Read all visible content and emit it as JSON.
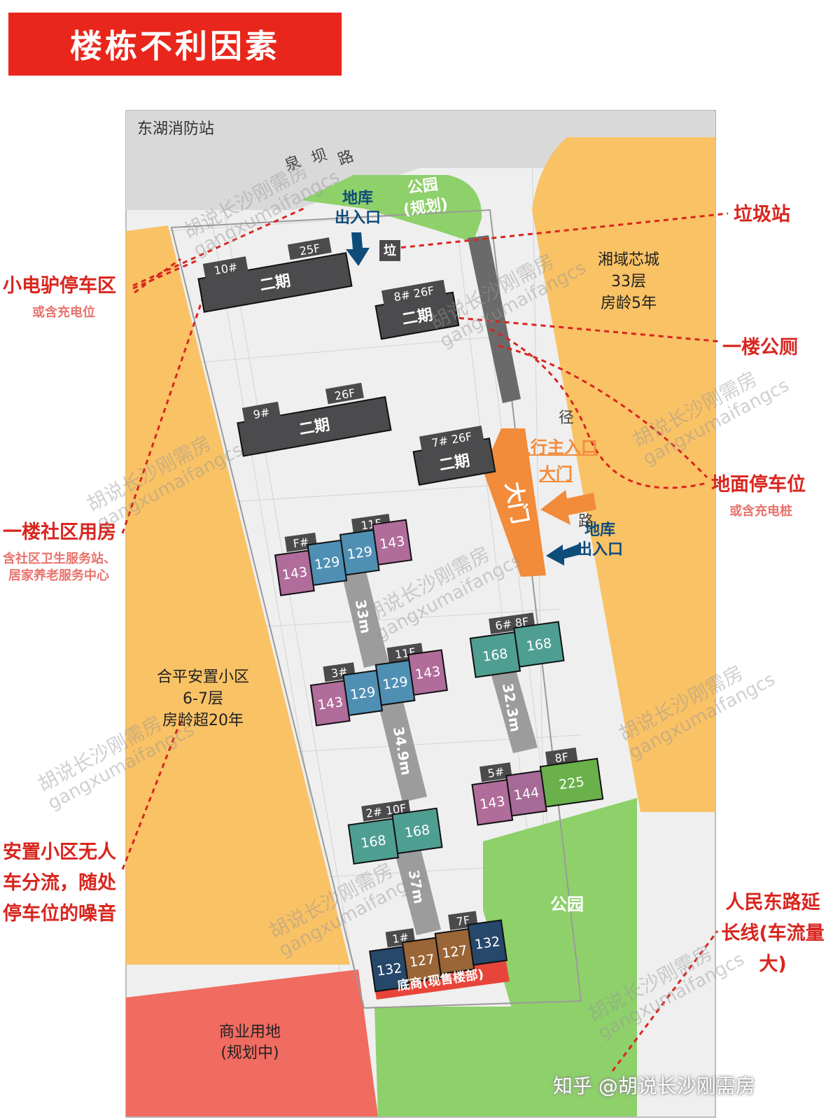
{
  "title": "楼栋不利因素",
  "colors": {
    "accent": "#e8261b",
    "residential_orange": "#f9c265",
    "park_green": "#8ed06a",
    "commercial_red": "#f06b60",
    "phase2_gray": "#4b4b4d",
    "entrance_orange": "#f28b3a",
    "arrow_blue": "#0e4c7a",
    "unit_143": "#b06c9a",
    "unit_129": "#4f8fb4",
    "unit_168": "#4f9e92",
    "unit_144": "#a56a97",
    "unit_225": "#6ab04b",
    "unit_132": "#27476b",
    "unit_127": "#9a6537"
  },
  "map": {
    "fire_station": "东湖消防站",
    "road_top": [
      "泉",
      "坝",
      "路"
    ],
    "road_right": [
      "径",
      "路"
    ],
    "park_planned": [
      "公园",
      "(规划)"
    ],
    "park": "公园",
    "commercial_land": [
      "商业用地",
      "(规划中)"
    ],
    "xiangyu": [
      "湘域芯城",
      "33层",
      "房龄5年"
    ],
    "heping": [
      "合平安置小区",
      "6-7层",
      "房龄超20年"
    ],
    "garage_top": [
      "地库",
      "出入口"
    ],
    "garage_right": [
      "地库",
      "出入口"
    ],
    "trash_mark": "垃",
    "main_gate": "大门",
    "shop_strip": "底商(现售楼部)",
    "spacing": [
      "33m",
      "34.9m",
      "37m",
      "32.3m"
    ]
  },
  "buildings": {
    "b10": {
      "no": "10#",
      "floors": "25F",
      "phase": "二期"
    },
    "b8": {
      "no": "8# 26F",
      "phase": "二期"
    },
    "b9": {
      "no": "9#",
      "floors": "26F",
      "phase": "二期"
    },
    "b7": {
      "no": "7# 26F",
      "phase": "二期"
    },
    "b4": {
      "no": "F#",
      "floors": "11F",
      "units": [
        "143",
        "129",
        "129",
        "143"
      ]
    },
    "b3": {
      "no": "3#",
      "floors": "11F",
      "units": [
        "143",
        "129",
        "129",
        "143"
      ]
    },
    "b6": {
      "no": "6# 8F",
      "units": [
        "168",
        "168"
      ]
    },
    "b5": {
      "no": "5#",
      "floors": "8F",
      "units": [
        "143",
        "144",
        "225"
      ]
    },
    "b2": {
      "no": "2# 10F",
      "units": [
        "168",
        "168"
      ]
    },
    "b1": {
      "no": "1#",
      "floors": "7F",
      "units": [
        "132",
        "127",
        "127",
        "132"
      ]
    }
  },
  "annotations": {
    "ebike": {
      "title": "小电驴停车区",
      "sub": "或含充电位"
    },
    "community": {
      "title": "一楼社区用房",
      "sub1": "含社区卫生服务站、",
      "sub2": "居家养老服务中心"
    },
    "noise": {
      "line1": "安置小区无人",
      "line2": "车分流，随处",
      "line3": "停车位的噪音"
    },
    "trash": {
      "title": "垃圾站"
    },
    "toilet": {
      "title": "一楼公厕"
    },
    "parking": {
      "title": "地面停车位",
      "sub": "或含充电桩"
    },
    "road": {
      "line1": "人民东路延",
      "line2": "长线(车流量",
      "line3": "大)"
    },
    "pedestrian": {
      "line1": "人行主入口",
      "line2": "大门"
    }
  },
  "watermark": {
    "cn": "胡说长沙刚需房",
    "en": "gangxumaifangcs"
  },
  "footer": "知乎 @胡说长沙刚需房"
}
